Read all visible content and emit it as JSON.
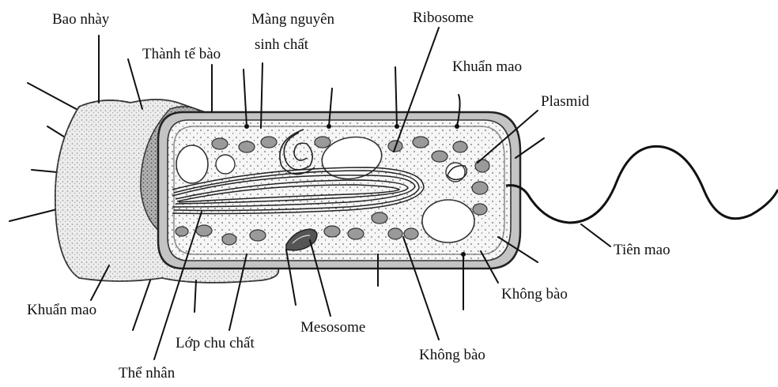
{
  "labels": {
    "capsule": "Bao nhày",
    "cell_wall": "Thành tế bào",
    "membrane_line1": "Màng nguyên",
    "membrane_line2": "sinh chất",
    "ribosome": "Ribosome",
    "pili_top": "Khuẩn mao",
    "plasmid": "Plasmid",
    "flagellum": "Tiên mao",
    "vacuole_right": "Không bào",
    "vacuole_bottom": "Không bào",
    "mesosome": "Mesosome",
    "cytoplasm": "Lớp chu chất",
    "nucleoid": "Thể nhân",
    "pili_bottom": "Khuẩn mao"
  },
  "colors": {
    "ink": "#111111",
    "capsule_fill": "#e6e6e6",
    "wall_fill": "#bdbdbd",
    "cytoplasm_fill": "#f4f4f4",
    "granule_fill": "#9a9a9a"
  }
}
